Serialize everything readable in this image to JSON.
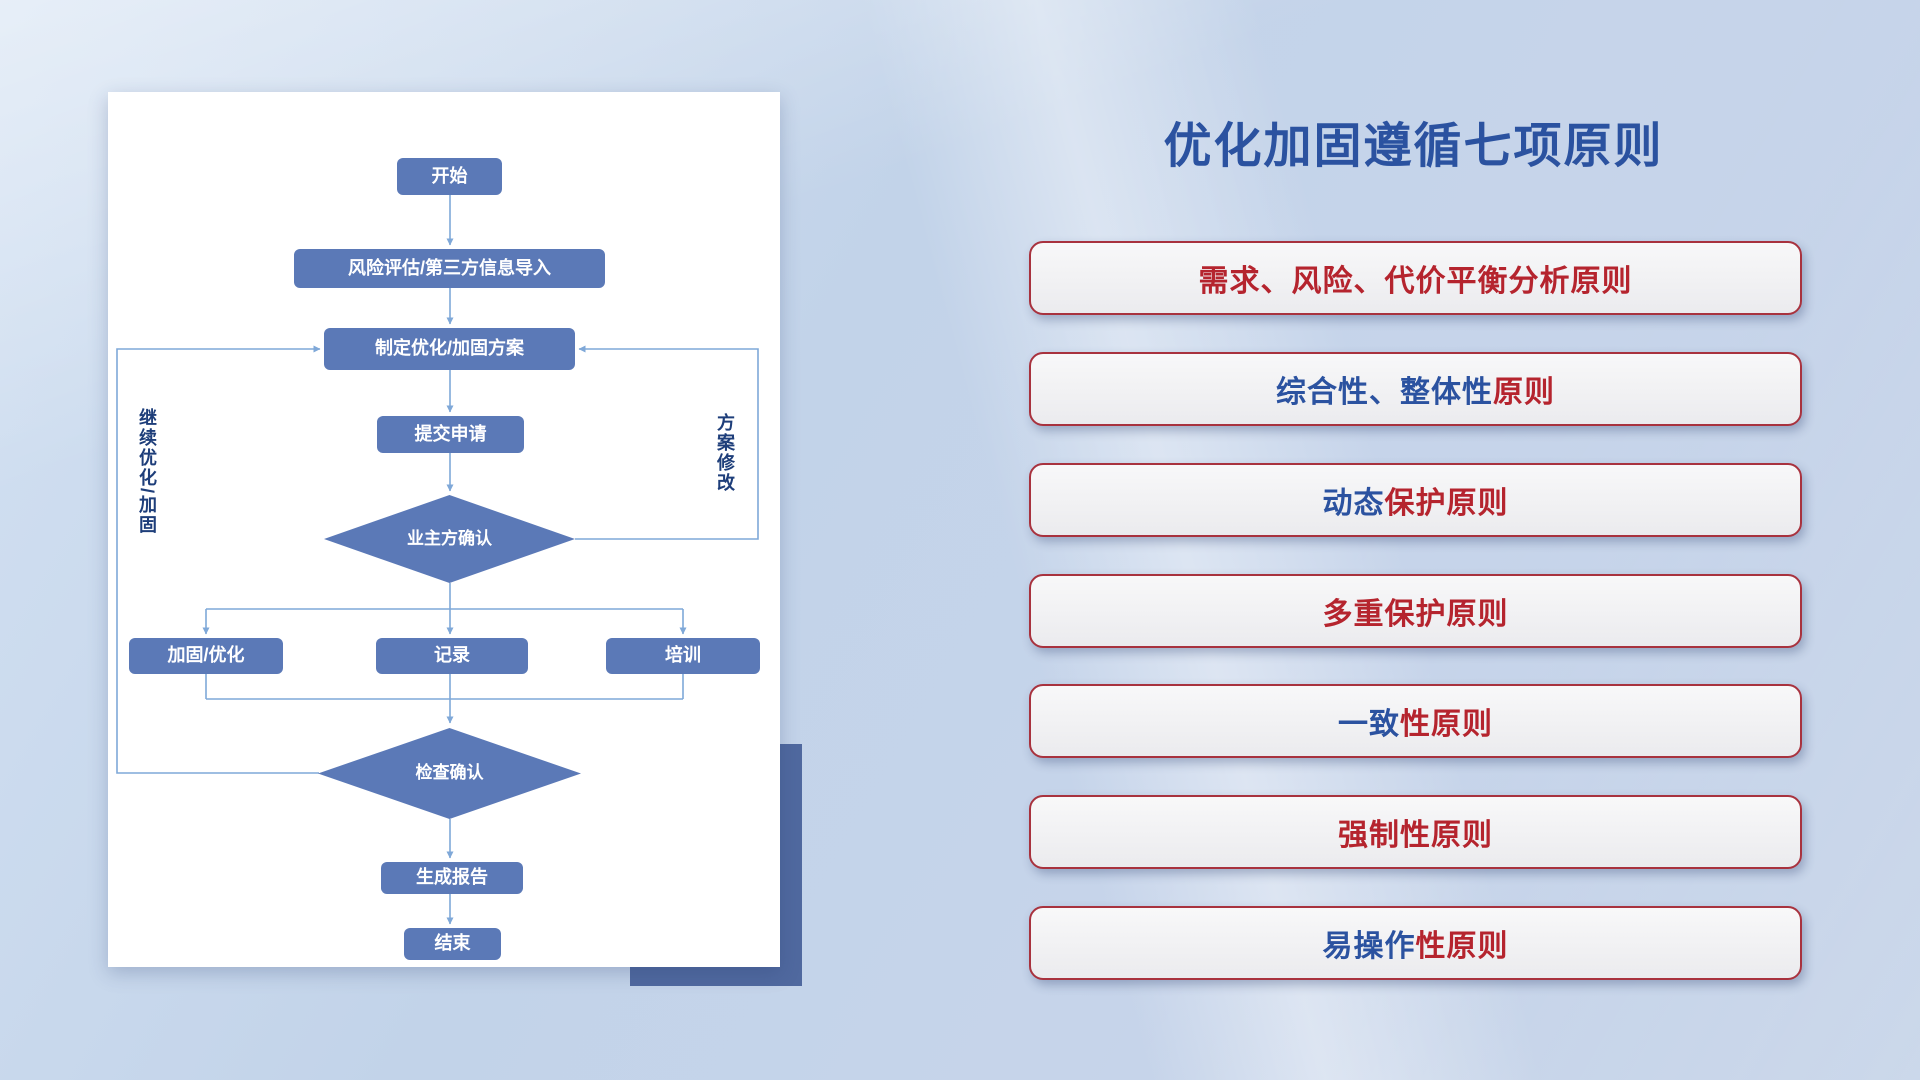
{
  "right_panel": {
    "title": "优化加固遵循七项原则",
    "title_color": "#2b52a0",
    "box_border_color": "#a8323e",
    "box_bg_color": "#f3f3f5",
    "principles": [
      {
        "parts": [
          {
            "text": "需求、风险、代价平衡分析原则",
            "color": "#b5242e"
          }
        ]
      },
      {
        "parts": [
          {
            "text": "综合性、整体性",
            "color": "#2b52a0"
          },
          {
            "text": "原则",
            "color": "#b5242e"
          }
        ]
      },
      {
        "parts": [
          {
            "text": "动态",
            "color": "#2b52a0"
          },
          {
            "text": "保护原则",
            "color": "#b5242e"
          }
        ]
      },
      {
        "parts": [
          {
            "text": "多重保护原则",
            "color": "#b5242e"
          }
        ]
      },
      {
        "parts": [
          {
            "text": "一致",
            "color": "#2b52a0"
          },
          {
            "text": "性原则",
            "color": "#b5242e"
          }
        ]
      },
      {
        "parts": [
          {
            "text": "强制性原则",
            "color": "#b5242e"
          }
        ]
      },
      {
        "parts": [
          {
            "text": "易操作",
            "color": "#2b52a0"
          },
          {
            "text": "性原则",
            "color": "#b5242e"
          }
        ]
      }
    ]
  },
  "flowchart": {
    "nodes": {
      "start": "开始",
      "risk_import": "风险评估/第三方信息导入",
      "make_plan": "制定优化/加固方案",
      "submit": "提交申请",
      "owner_confirm": "业主方确认",
      "harden": "加固/优化",
      "record": "记录",
      "training": "培训",
      "check_confirm": "检查确认",
      "report": "生成报告",
      "end": "结束"
    },
    "loop_labels": {
      "continue_optimize": "继续优化/加固",
      "plan_modify": "方案修改"
    },
    "colors": {
      "node_fill": "#5b79b7",
      "node_text": "#ffffff",
      "connector": "#7fa8d8",
      "loop_label": "#1e3e7a",
      "card_bg": "#ffffff",
      "card_accent": "#50699f"
    }
  }
}
